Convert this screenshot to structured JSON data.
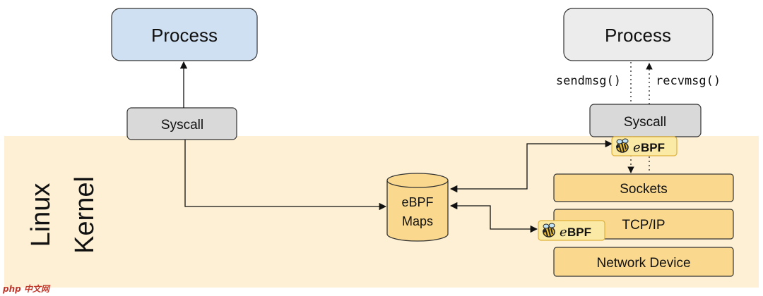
{
  "kernel_label": {
    "line1": "Linux",
    "line2": "Kernel"
  },
  "left": {
    "process": "Process",
    "syscall": "Syscall"
  },
  "right": {
    "process": "Process",
    "syscall": "Syscall",
    "send_label": "sendmsg()",
    "recv_label": "recvmsg()",
    "stack": [
      "Sockets",
      "TCP/IP",
      "Network Device"
    ]
  },
  "maps": {
    "line1": "eBPF",
    "line2": "Maps"
  },
  "ebpf_badge": {
    "prefix": "e",
    "suffix": "BPF"
  },
  "watermark": "php 中文网",
  "colors": {
    "kernel_bg": "#fdf0d5",
    "process_left": "#cfe0f3",
    "process_right": "#ececec",
    "syscall": "#d9d9d9",
    "stack": "#fad98e",
    "badge_bg": "#fbe9a6"
  }
}
